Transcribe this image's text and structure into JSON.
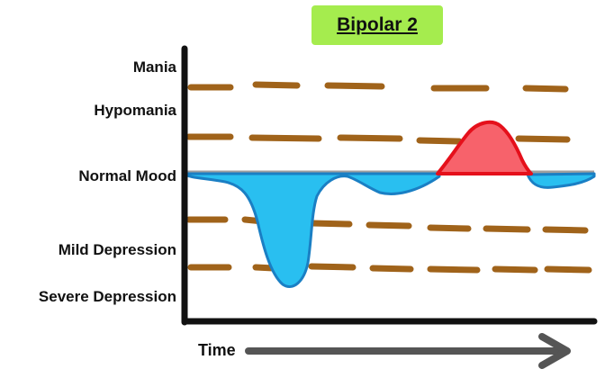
{
  "title": "Bipolar 2",
  "y_levels": [
    {
      "key": "mania",
      "label": "Mania"
    },
    {
      "key": "hypomania",
      "label": "Hypomania"
    },
    {
      "key": "normal",
      "label": "Normal Mood"
    },
    {
      "key": "mild",
      "label": "Mild Depression"
    },
    {
      "key": "severe",
      "label": "Severe Depression"
    }
  ],
  "x_axis_label": "Time",
  "colors": {
    "title_bg": "#a5ec4e",
    "threshold_line": "#a0631a",
    "baseline": "#9e9e9e",
    "depression_fill": "#29bff0",
    "depression_stroke": "#1a7fc4",
    "hypomania_fill": "#f7626b",
    "hypomania_stroke": "#e5101b",
    "axis": "#111111",
    "arrow": "#555555"
  }
}
